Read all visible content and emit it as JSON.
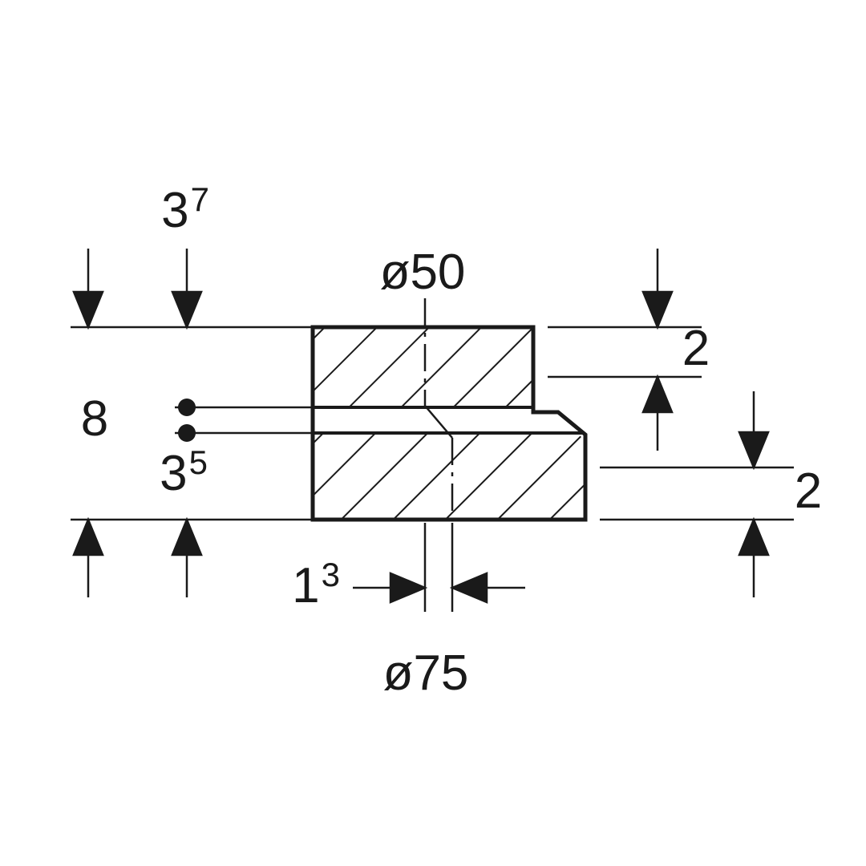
{
  "drawing": {
    "colors": {
      "ink": "#1a1a1a",
      "background": "#ffffff"
    },
    "labels": {
      "dia_top": "ø50",
      "dia_bottom": "ø75",
      "dim_upper_left": {
        "base": "3",
        "sup": "7"
      },
      "dim_total_height": "8",
      "dim_lower_left": {
        "base": "3",
        "sup": "5"
      },
      "dim_upper_right": "2",
      "dim_lower_right": "2",
      "dim_axis_offset": {
        "base": "1",
        "sup": "3"
      }
    }
  }
}
